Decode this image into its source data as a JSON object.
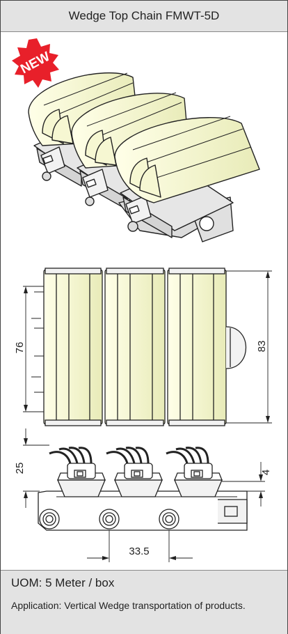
{
  "header": {
    "title": "Wedge Top Chain FMWT-5D"
  },
  "badge": {
    "text": "NEW",
    "color": "#e8202a"
  },
  "dimensions": {
    "width": "76",
    "overall_width": "83",
    "height": "25",
    "top_thickness": "4",
    "pitch": "33.5"
  },
  "footer": {
    "uom": "UOM: 5 Meter / box",
    "application": "Application: Vertical Wedge transportation of products."
  },
  "colors": {
    "wedge": "#f3f4cc",
    "outline": "#222222",
    "plastic": "#e9e9e9"
  }
}
